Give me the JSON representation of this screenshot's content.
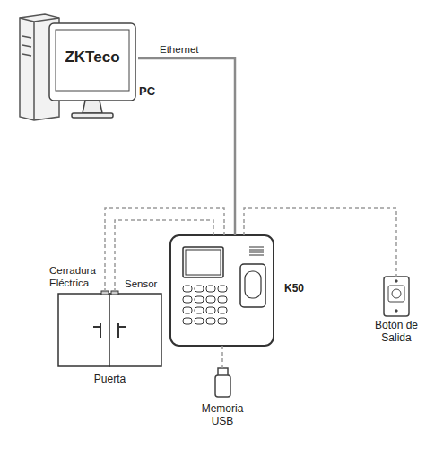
{
  "diagram": {
    "nodes": [
      {
        "text": [
          "PC"
        ]
      },
      {
        "text": [
          "K50"
        ]
      },
      {
        "text": [
          "Puerta"
        ]
      },
      {
        "text": [
          "Botón de Salida"
        ]
      },
      {
        "text": [
          "Memoria USB"
        ]
      }
    ],
    "edges": [
      {
        "from": 0,
        "to": 1,
        "label": "Ethernet",
        "arrow": "none"
      },
      {
        "from": 1,
        "to": 2,
        "arrow": "none"
      },
      {
        "from": 1,
        "to": 2,
        "arrow": "none"
      },
      {
        "from": 1,
        "to": 3,
        "arrow": "none"
      },
      {
        "from": 1,
        "to": 4,
        "arrow": "none"
      }
    ],
    "labels": [
      "ZKTeco",
      "Cerradura Eléctrica",
      "Sensor"
    ]
  }
}
